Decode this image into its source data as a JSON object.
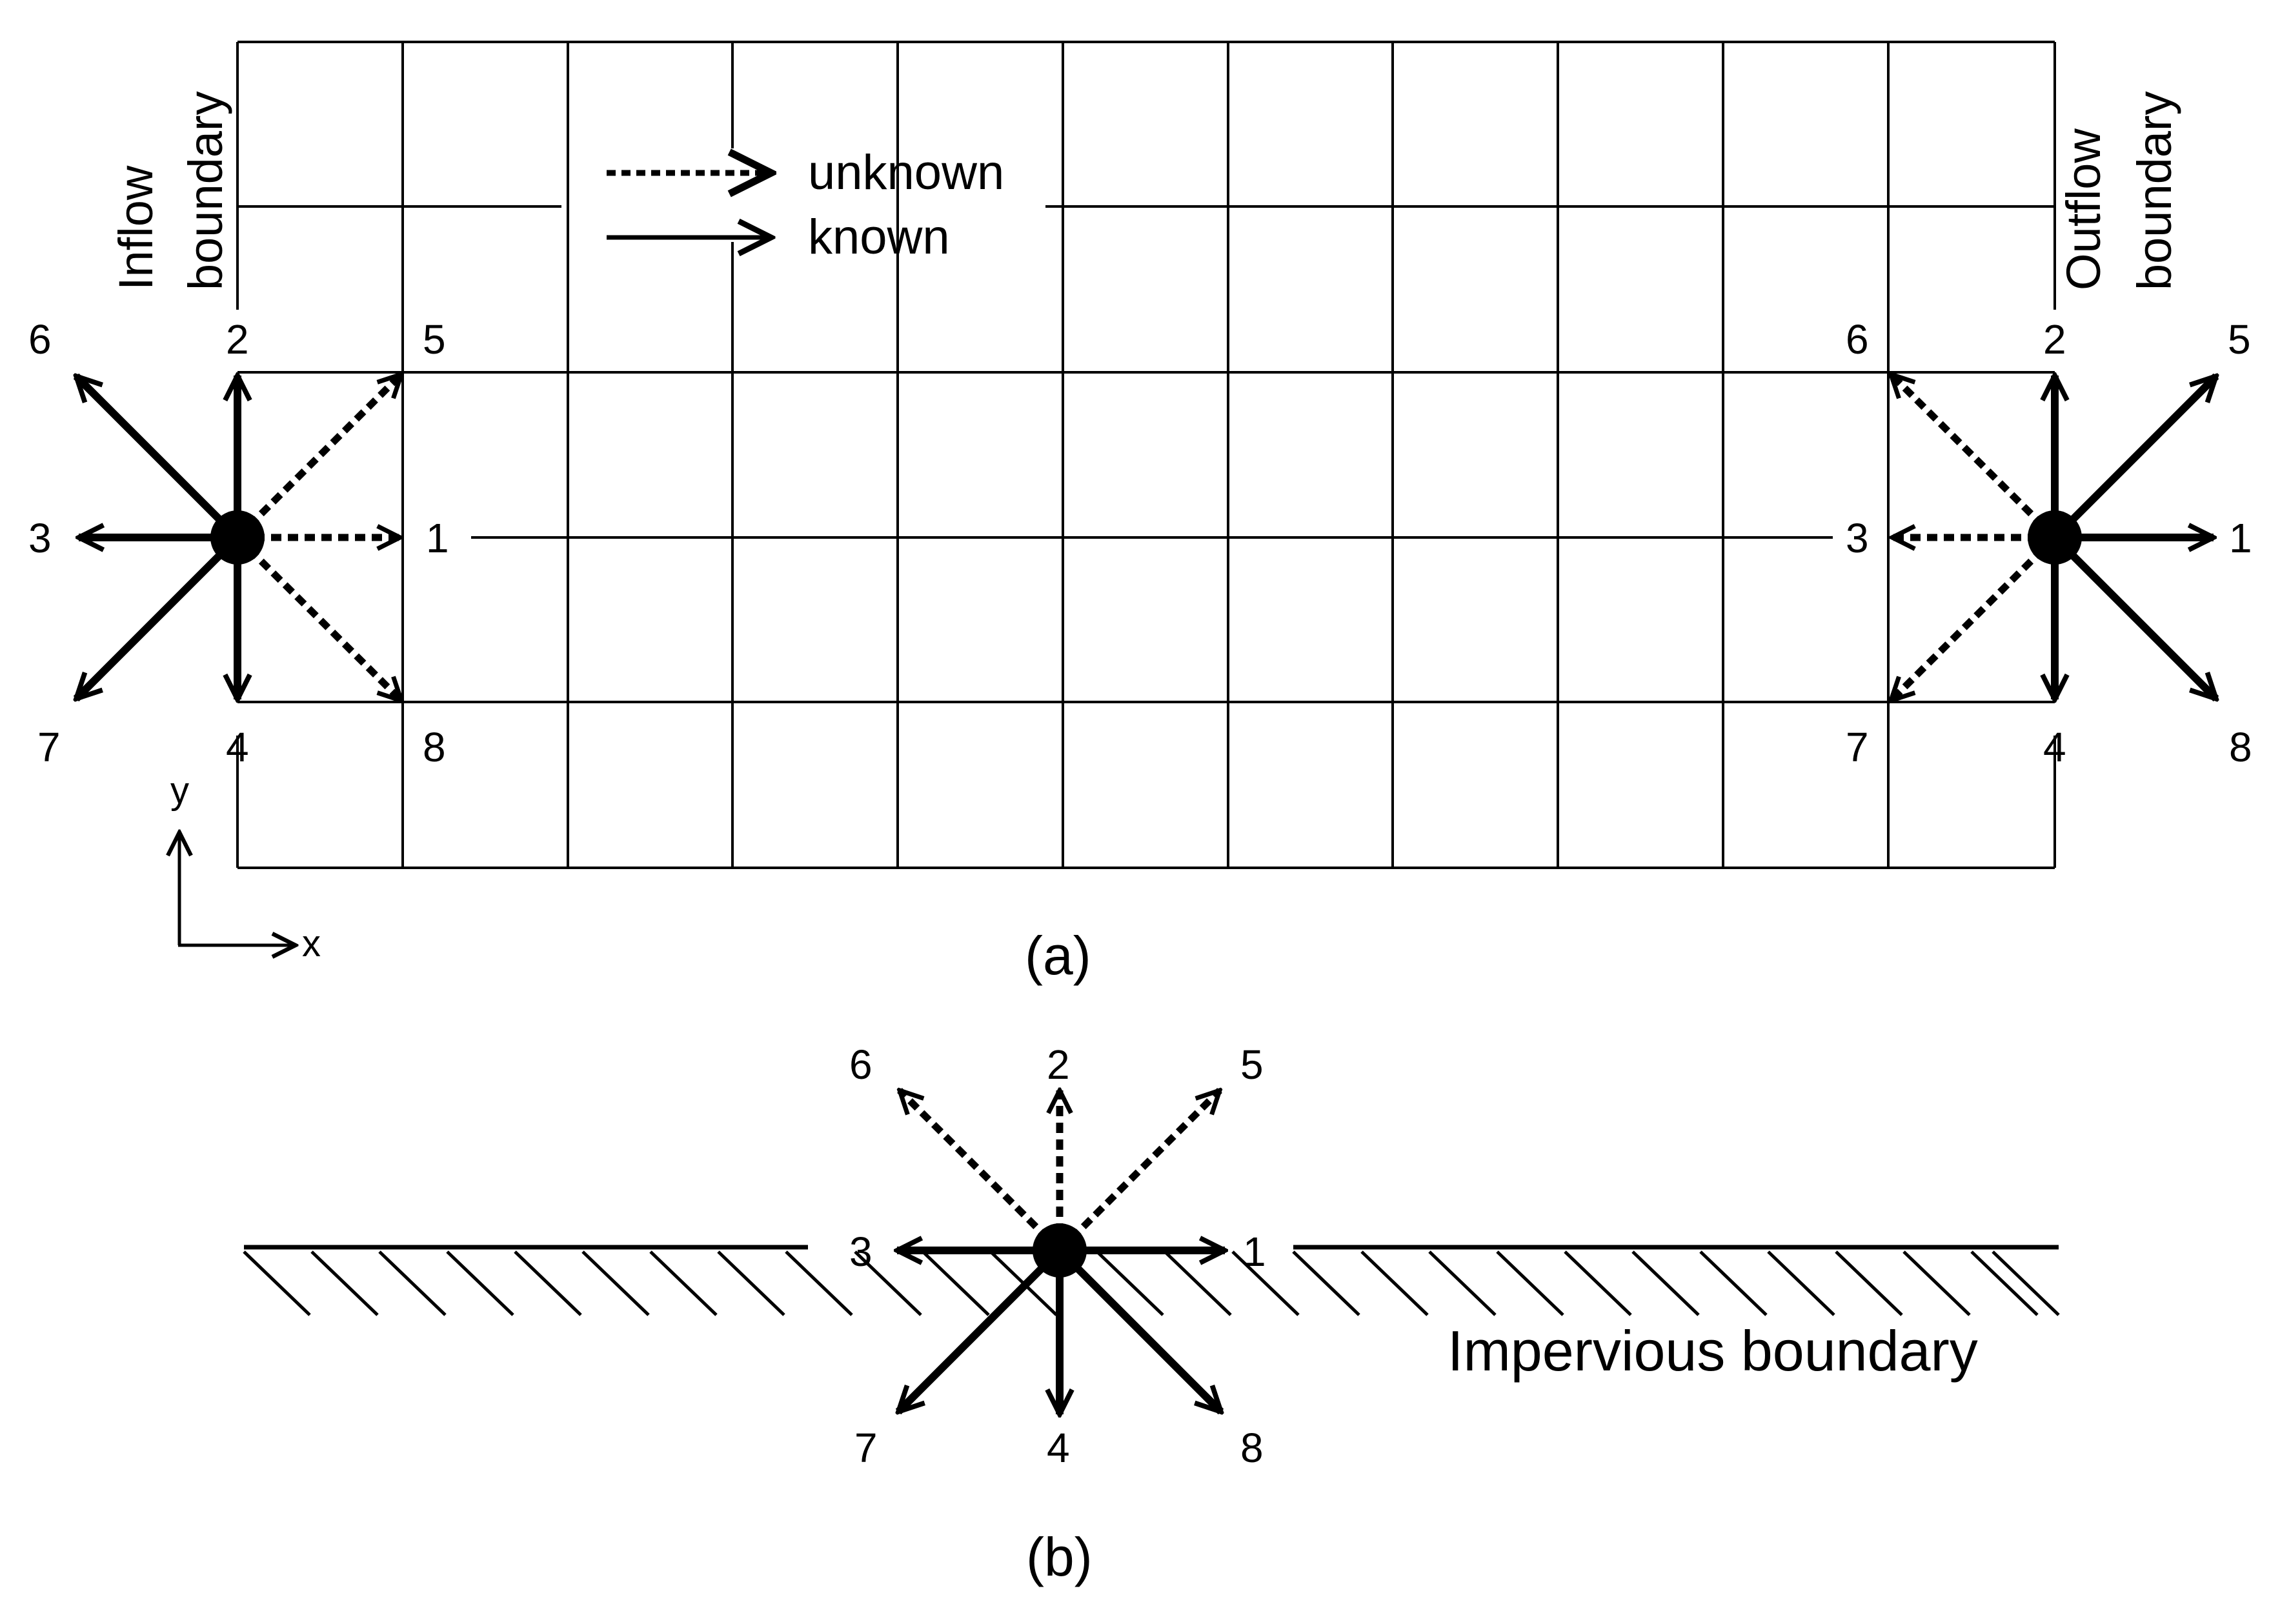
{
  "legend": {
    "unknown": "unknown",
    "known": "known"
  },
  "panel_a": {
    "caption": "(a)",
    "inflow_label": [
      "Inflow",
      "boundary"
    ],
    "outflow_label": [
      "Outflow",
      "boundary"
    ],
    "inflow_dirs": {
      "n1": "1",
      "n2": "2",
      "n3": "3",
      "n4": "4",
      "n5": "5",
      "n6": "6",
      "n7": "7",
      "n8": "8"
    },
    "outflow_dirs": {
      "n1": "1",
      "n2": "2",
      "n3": "3",
      "n4": "4",
      "n5": "5",
      "n6": "6",
      "n7": "7",
      "n8": "8"
    },
    "axis_x": "x",
    "axis_y": "y"
  },
  "panel_b": {
    "caption": "(b)",
    "boundary_label": "Impervious boundary",
    "dirs": {
      "n1": "1",
      "n2": "2",
      "n3": "3",
      "n4": "4",
      "n5": "5",
      "n6": "6",
      "n7": "7",
      "n8": "8"
    }
  },
  "colors": {
    "ink": "#000000",
    "background": "#ffffff"
  }
}
